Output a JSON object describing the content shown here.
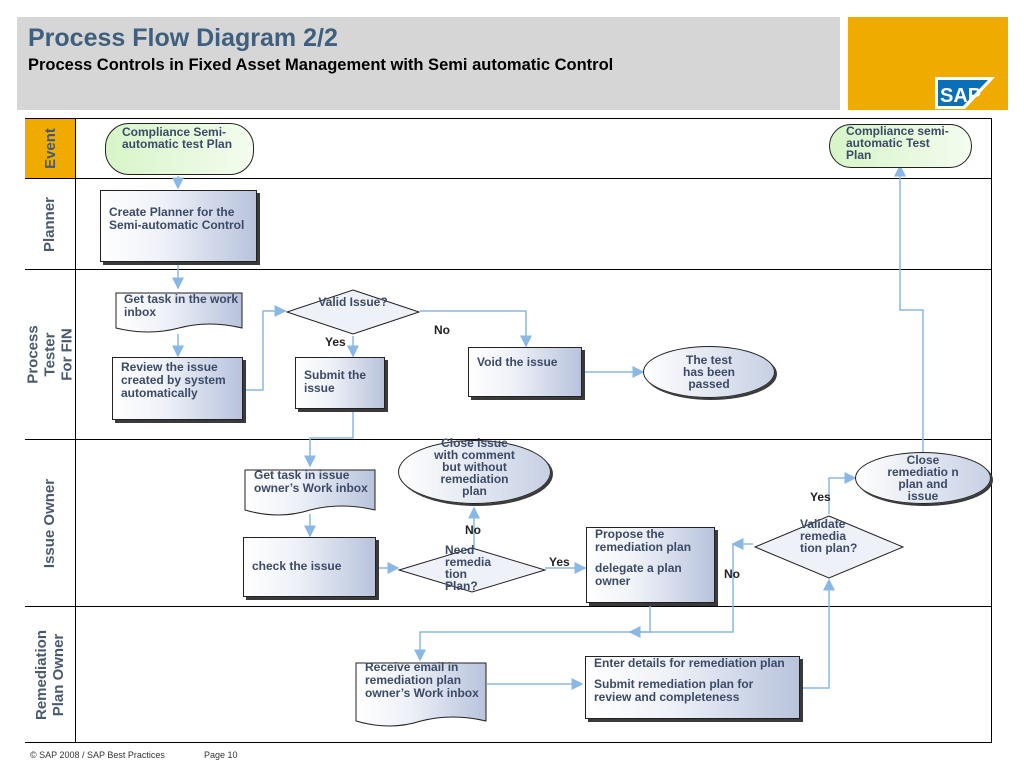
{
  "header": {
    "title": "Process Flow Diagram 2/2",
    "subtitle": "Process Controls in Fixed Asset Management with Semi automatic Control",
    "logo": "SAP"
  },
  "lanes": {
    "event": "Event",
    "planner": "Planner",
    "tester": "Process Tester For FIN",
    "owner": "Issue Owner",
    "remediation": "Remediation Plan Owner"
  },
  "nodes": {
    "start": "Compliance Semi-automatic test Plan",
    "end": "Compliance semi-automatic Test Plan",
    "create_planner": "Create Planner for the Semi-automatic Control",
    "get_task_inbox": "Get task in the work inbox",
    "review_issue": "Review the issue created by system automatically",
    "valid_issue": "Valid Issue?",
    "submit_issue": "Submit  the issue",
    "void_issue": "Void  the issue",
    "test_passed": "The test has been passed",
    "get_task_owner": "Get task in issue owner’s Work inbox",
    "check_issue": "check the issue",
    "need_remediation": "Need remedia tion Plan?",
    "close_issue_comment": "Close issue with comment but without remediation plan",
    "propose_plan_1": "Propose the remediation plan",
    "propose_plan_2": "delegate a plan owner",
    "validate_plan": "Validate remedia tion plan?",
    "close_plan": "Close remediatio n plan and issue",
    "receive_email": "Receive email in remediation plan owner’s Work inbox",
    "enter_details_1": "Enter details for remediation plan",
    "enter_details_2": "Submit remediation plan for review and completeness"
  },
  "labels": {
    "no_valid": "No",
    "yes_valid": "Yes",
    "no_need": "No",
    "yes_need": "Yes",
    "yes_validate": "Yes",
    "no_validate": "No"
  },
  "footer": {
    "copyright": "© SAP 2008 / SAP Best Practices",
    "page": "Page 10"
  },
  "colors": {
    "title": "#3e5f7e",
    "header_bg": "#d6d6d6",
    "brand": "#f0ab00",
    "lane_label_bg": "#f0ab00",
    "arrow": "#8ab8e6",
    "terminator": "#d7f5c8"
  }
}
